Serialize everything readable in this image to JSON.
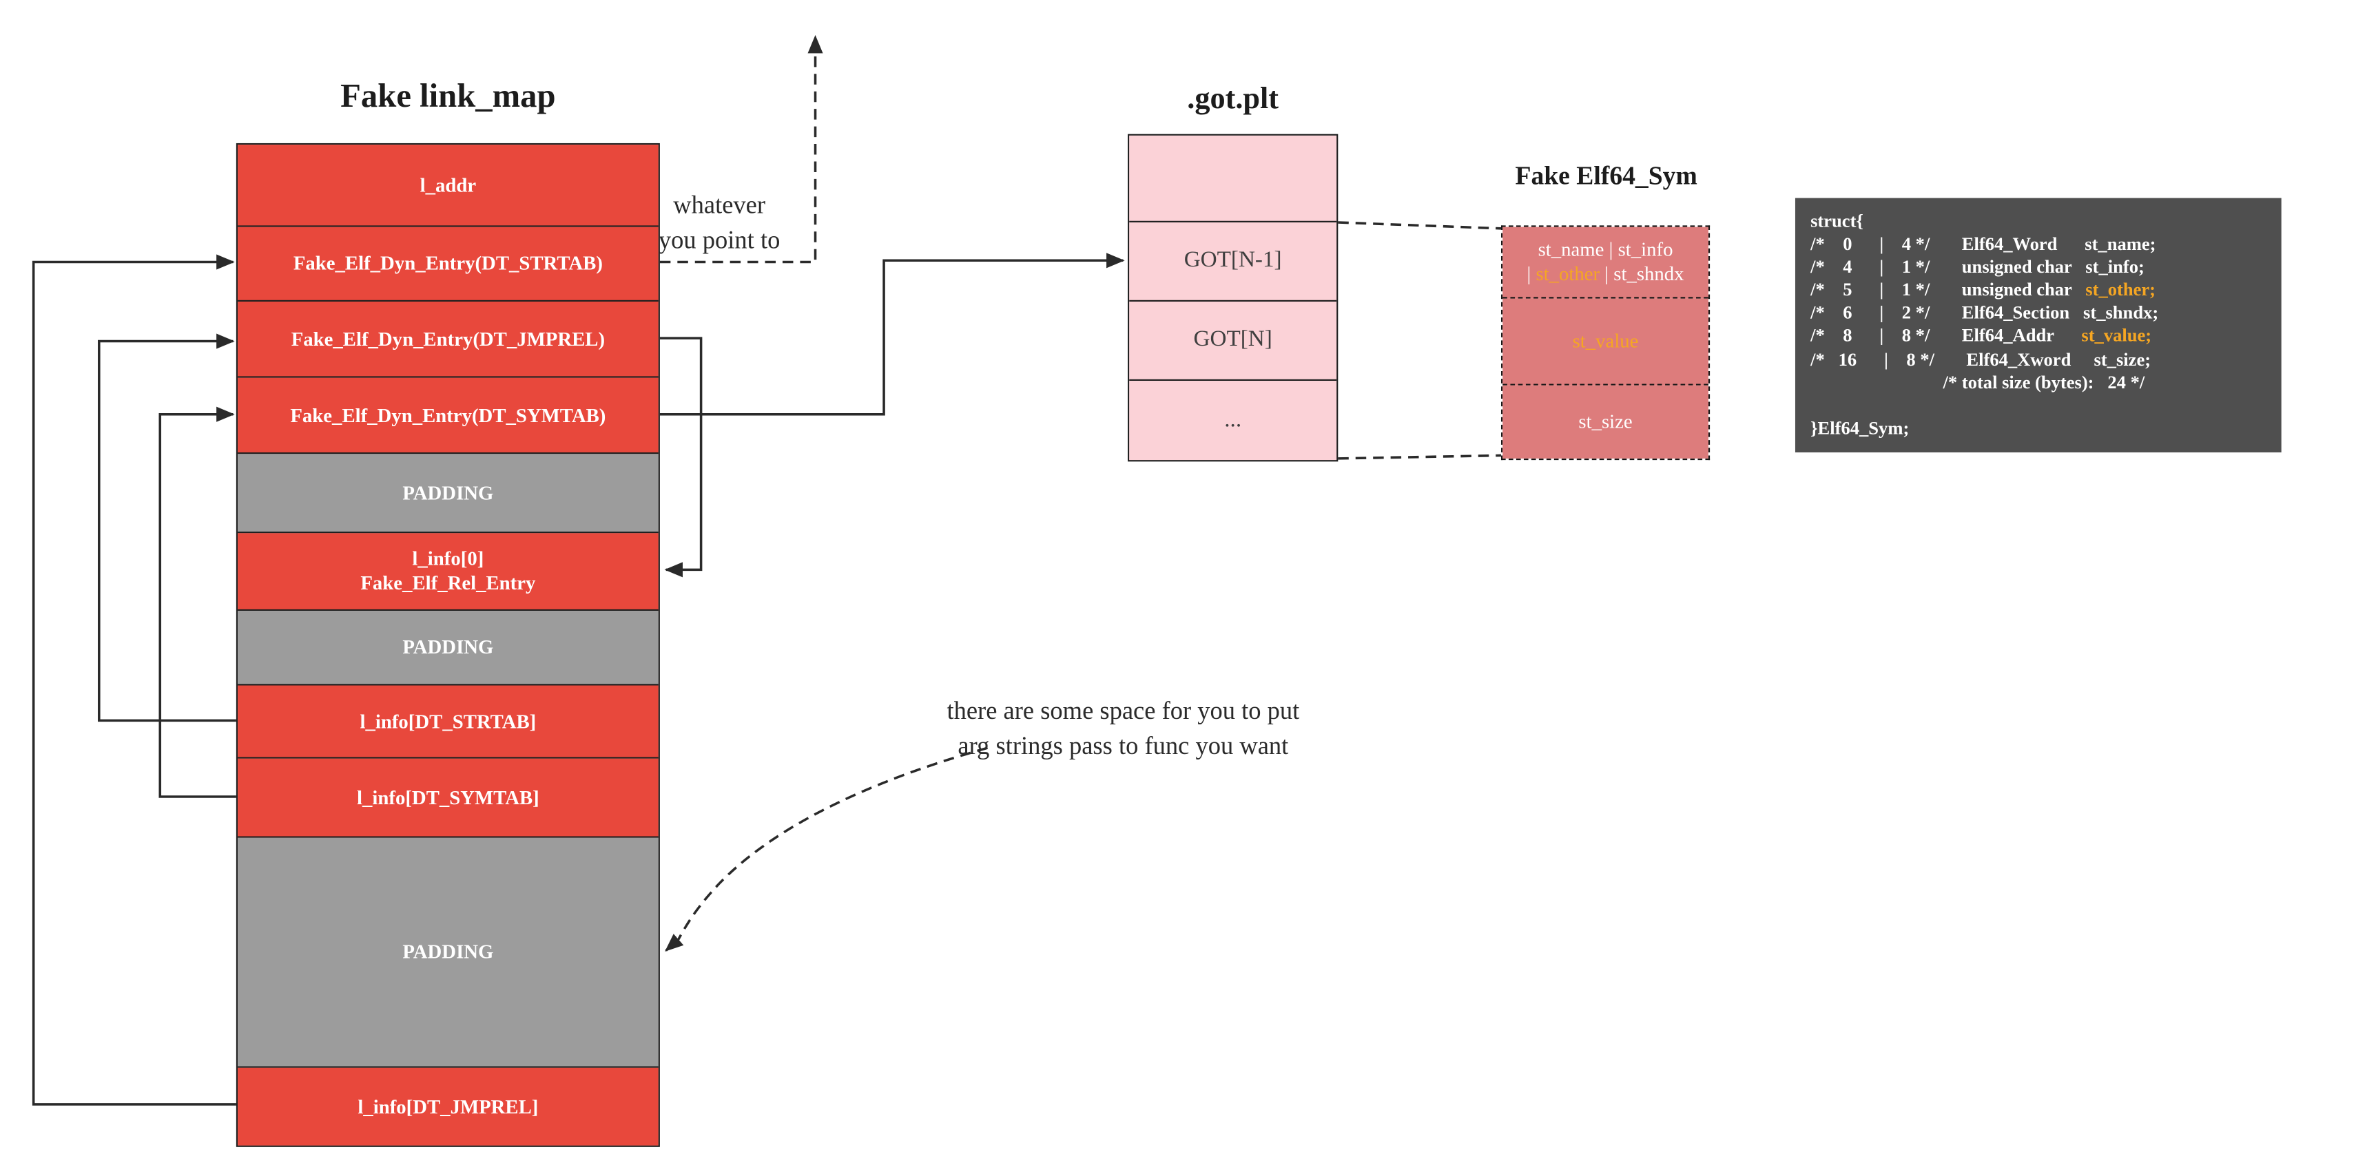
{
  "link_map": {
    "title": "Fake link_map",
    "rows": [
      {
        "label": "l_addr"
      },
      {
        "label": "Fake_Elf_Dyn_Entry(DT_STRTAB)"
      },
      {
        "label": "Fake_Elf_Dyn_Entry(DT_JMPREL)"
      },
      {
        "label": "Fake_Elf_Dyn_Entry(DT_SYMTAB)"
      },
      {
        "label": "PADDING"
      },
      {
        "label_line1": "l_info[0]",
        "label_line2": "Fake_Elf_Rel_Entry"
      },
      {
        "label": "PADDING"
      },
      {
        "label": "l_info[DT_STRTAB]"
      },
      {
        "label": "l_info[DT_SYMTAB]"
      },
      {
        "label": "PADDING"
      },
      {
        "label": "l_info[DT_JMPREL]"
      }
    ]
  },
  "got_plt": {
    "title": ".got.plt",
    "cells": [
      "",
      "GOT[N-1]",
      "GOT[N]",
      "..."
    ]
  },
  "elf64_sym": {
    "title": "Fake Elf64_Sym",
    "cell0_line1": "st_name | st_info",
    "cell0_line2_pre": "| ",
    "cell0_line2_other": "st_other",
    "cell0_line2_post": " | st_shndx",
    "cell_value": "st_value",
    "cell_size": "st_size"
  },
  "struct_code": {
    "line0": "struct{",
    "line1": "/*    0      |    4 */       Elf64_Word      st_name;",
    "line2": "/*    4      |    1 */       unsigned char   st_info;",
    "line3_pre": "/*    5      |    1 */       unsigned char   ",
    "line3_hl": "st_other;",
    "line4": "/*    6      |    2 */       Elf64_Section   st_shndx;",
    "line5_pre": "/*    8      |    8 */       Elf64_Addr      ",
    "line5_hl": "st_value;",
    "line6": "/*   16      |    8 */       Elf64_Xword     st_size;",
    "line7": "                             /* total size (bytes):   24 */",
    "line8": "}Elf64_Sym;"
  },
  "annotations": {
    "point_line1": "whatever",
    "point_line2": "you point to",
    "space_line1": "there are some space for you to put",
    "space_line2": "arg strings pass to func you want"
  },
  "colors": {
    "red": "#e8483c",
    "gray": "#9c9c9c",
    "pink": "#fbd2d7",
    "salmon": "#dd7c7c",
    "orange": "#f5a623",
    "code_bg": "#4f4f4f",
    "line": "#2a2a2a"
  }
}
